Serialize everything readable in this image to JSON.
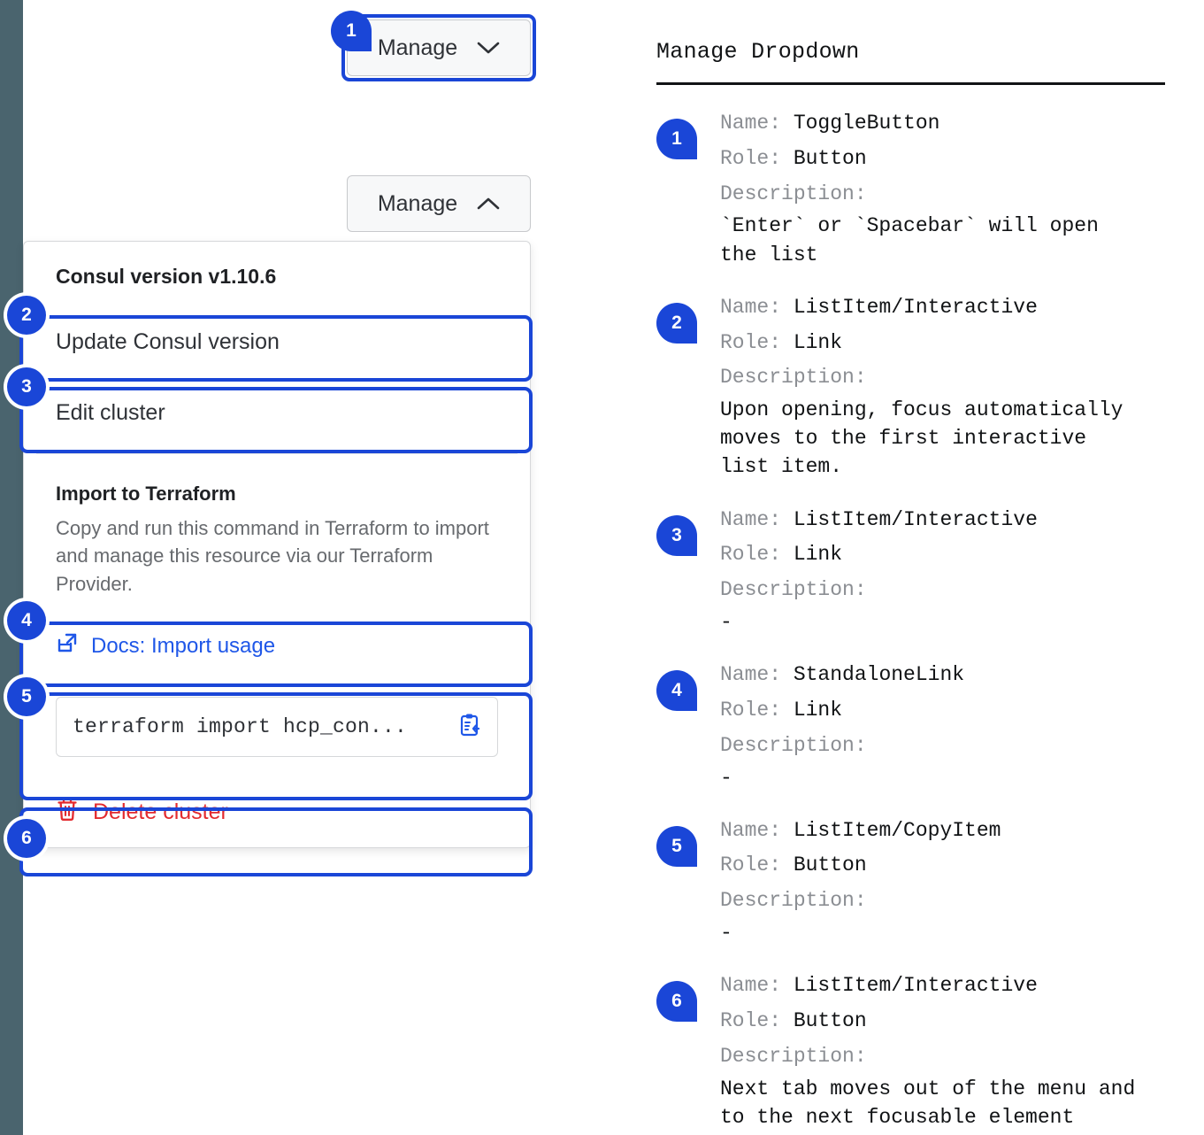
{
  "rail": {
    "color": "#4a646e"
  },
  "colors": {
    "accent_blue": "#1a46d7",
    "link_blue": "#1f57e8",
    "danger_red": "#e32b2f",
    "button_bg": "#f7f8f9",
    "button_border": "#c7c9cc"
  },
  "demo": {
    "toggle_closed": {
      "label": "Manage",
      "chevron": "chevron-down-icon"
    },
    "toggle_open": {
      "label": "Manage",
      "chevron": "chevron-up-icon"
    },
    "dropdown": {
      "version_header": "Consul version v1.10.6",
      "items": [
        {
          "label": "Update Consul version"
        },
        {
          "label": "Edit cluster"
        }
      ],
      "terraform": {
        "title": "Import to Terraform",
        "description": "Copy and run this command in Terraform to import and manage this resource via our Terraform Provider.",
        "docs_link": "Docs: Import usage",
        "docs_icon": "external-link-docs-icon",
        "command": "terraform import hcp_con...",
        "copy_icon": "clipboard-copy-icon"
      },
      "delete": {
        "label": "Delete cluster",
        "icon": "trash-icon"
      }
    },
    "markers": [
      "1",
      "2",
      "3",
      "4",
      "5",
      "6"
    ]
  },
  "docs": {
    "title": "Manage Dropdown",
    "labels": {
      "name": "Name:",
      "role": "Role:",
      "description": "Description:"
    },
    "items": [
      {
        "marker": "1",
        "name": "ToggleButton",
        "role": "Button",
        "description": "`Enter` or `Spacebar` will open\nthe list"
      },
      {
        "marker": "2",
        "name": "ListItem/Interactive",
        "role": "Link",
        "description": "Upon opening, focus automatically\nmoves to the first interactive\nlist item."
      },
      {
        "marker": "3",
        "name": "ListItem/Interactive",
        "role": "Link",
        "description": "-"
      },
      {
        "marker": "4",
        "name": "StandaloneLink",
        "role": "Link",
        "description": "-"
      },
      {
        "marker": "5",
        "name": "ListItem/CopyItem",
        "role": "Button",
        "description": "-"
      },
      {
        "marker": "6",
        "name": "ListItem/Interactive",
        "role": "Button",
        "description": "Next tab moves out of the menu and\nto the next focusable element"
      }
    ]
  }
}
